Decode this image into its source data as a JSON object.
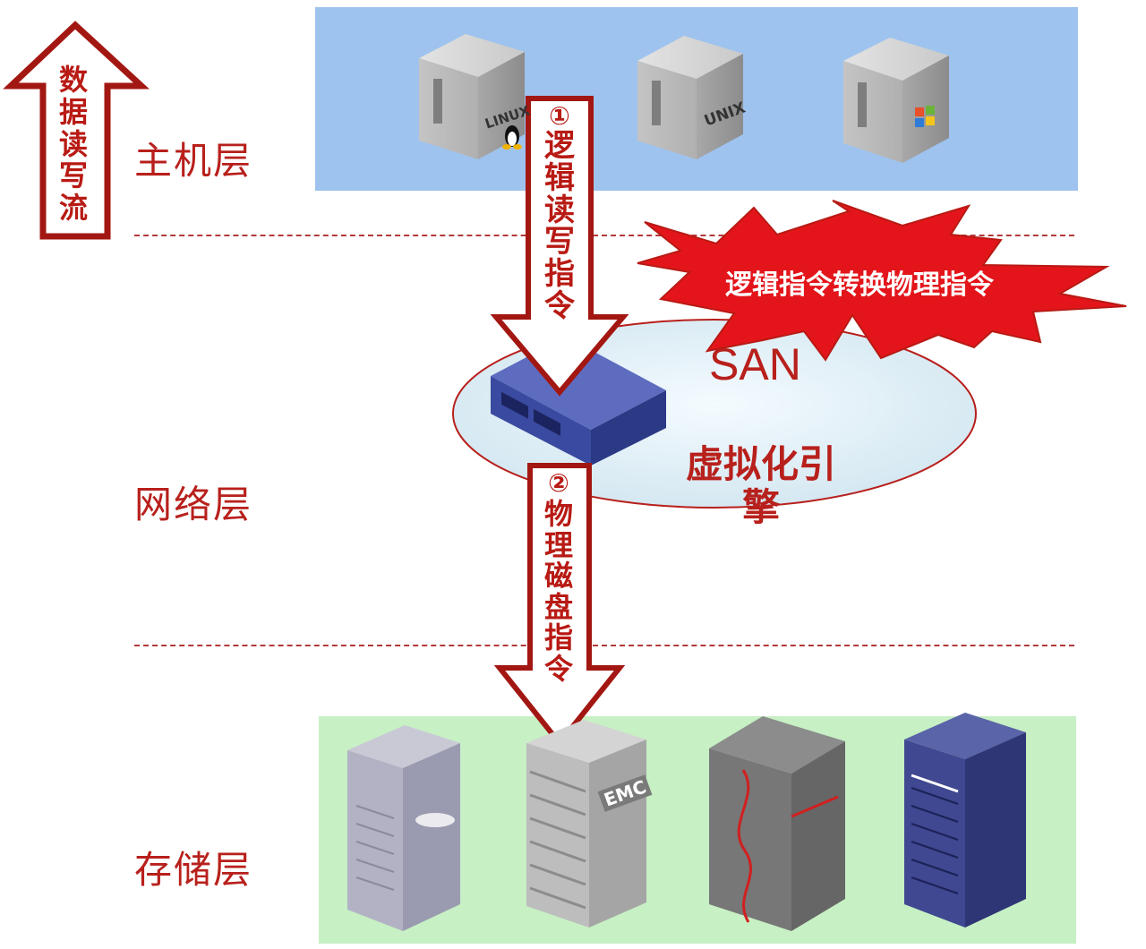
{
  "layers": {
    "host": "主机层",
    "network": "网络层",
    "storage": "存储层"
  },
  "flow_label": "数据读写流",
  "command1": {
    "marker": "①",
    "text": "逻辑读写指令"
  },
  "command2": {
    "marker": "②",
    "text": "物理磁盘指令"
  },
  "burst_label": "逻辑指令转换物理指令",
  "san": {
    "label": "SAN",
    "engine": "虚拟化引擎"
  },
  "hosts": [
    {
      "tag": "LINUX",
      "icon": "linux-penguin-icon"
    },
    {
      "tag": "UNIX",
      "icon": "unix-icon"
    },
    {
      "tag": "",
      "icon": "windows-logo-icon"
    }
  ],
  "storage_devices": [
    {
      "tag": "",
      "icon": "storage-array-icon"
    },
    {
      "tag": "EMC",
      "icon": "storage-array-icon"
    },
    {
      "tag": "",
      "icon": "storage-array-icon"
    },
    {
      "tag": "",
      "icon": "storage-array-icon"
    }
  ],
  "colors": {
    "accent_red": "#b8201c",
    "host_band": "#9ec3ee",
    "storage_band": "#c7f0c4",
    "server_gray": "#9a9a9a",
    "switch_blue": "#3a4aa0"
  }
}
